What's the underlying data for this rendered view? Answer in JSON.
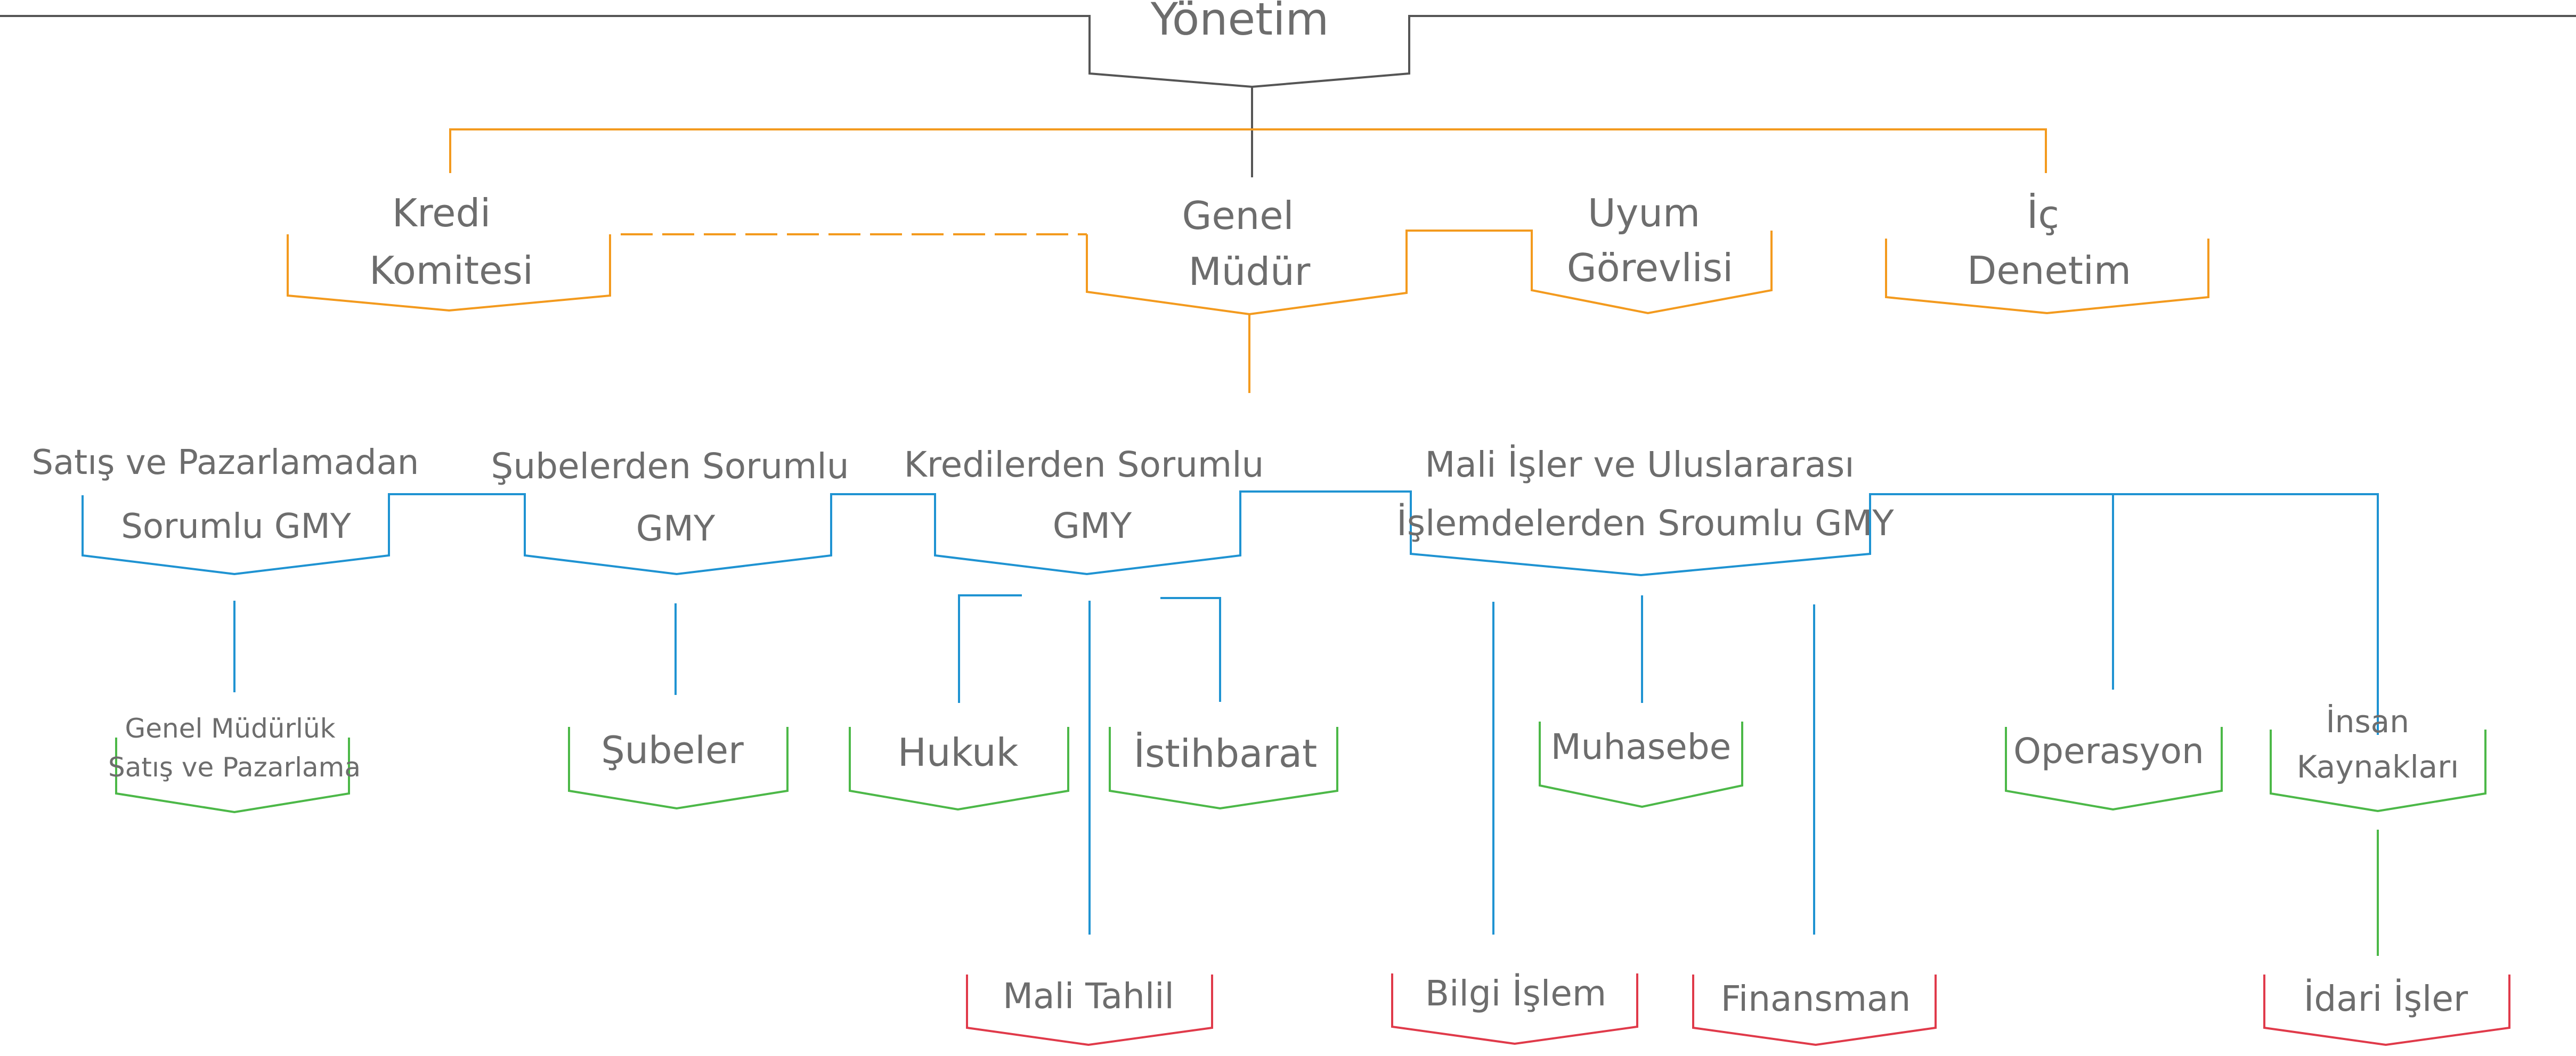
{
  "colors": {
    "top": "#555555",
    "level1": "#f39a1e",
    "gmy": "#1f93d2",
    "dept": "#4cb848",
    "sub": "#e03a4a",
    "text": "#6d6d6d"
  },
  "top": {
    "title": "Yönetim"
  },
  "level1": {
    "kredi_komitesi": [
      "Kredi",
      "Komitesi"
    ],
    "genel_mudur": [
      "Genel",
      "Müdür"
    ],
    "uyum_gorevlisi": [
      "Uyum",
      "Görevlisi"
    ],
    "ic_denetim": [
      "İç",
      "Denetim"
    ]
  },
  "gmy": {
    "satis": [
      "Satış ve Pazarlamadan",
      "Sorumlu GMY"
    ],
    "subeler": [
      "Şubelerden Sorumlu",
      "GMY"
    ],
    "krediler": [
      "Kredilerden Sorumlu",
      "GMY"
    ],
    "mali": [
      "Mali İşler ve Uluslararası",
      "İşlemdelerden Sroumlu GMY"
    ]
  },
  "departments": {
    "genel_mudurluk": [
      "Genel Müdürlük",
      "Satış ve Pazarlama"
    ],
    "subeler": [
      "Şubeler"
    ],
    "hukuk": [
      "Hukuk"
    ],
    "istihbarat": [
      "İstihbarat"
    ],
    "muhasebe": [
      "Muhasebe"
    ],
    "operasyon": [
      "Operasyon"
    ],
    "insan_kaynaklari": [
      "İnsan",
      "Kaynakları"
    ]
  },
  "sub_units": {
    "mali_tahlil": [
      "Mali Tahlil"
    ],
    "bilgi_islem": [
      "Bilgi İşlem"
    ],
    "finansman": [
      "Finansman"
    ],
    "idari_isler": [
      "İdari İşler"
    ]
  }
}
